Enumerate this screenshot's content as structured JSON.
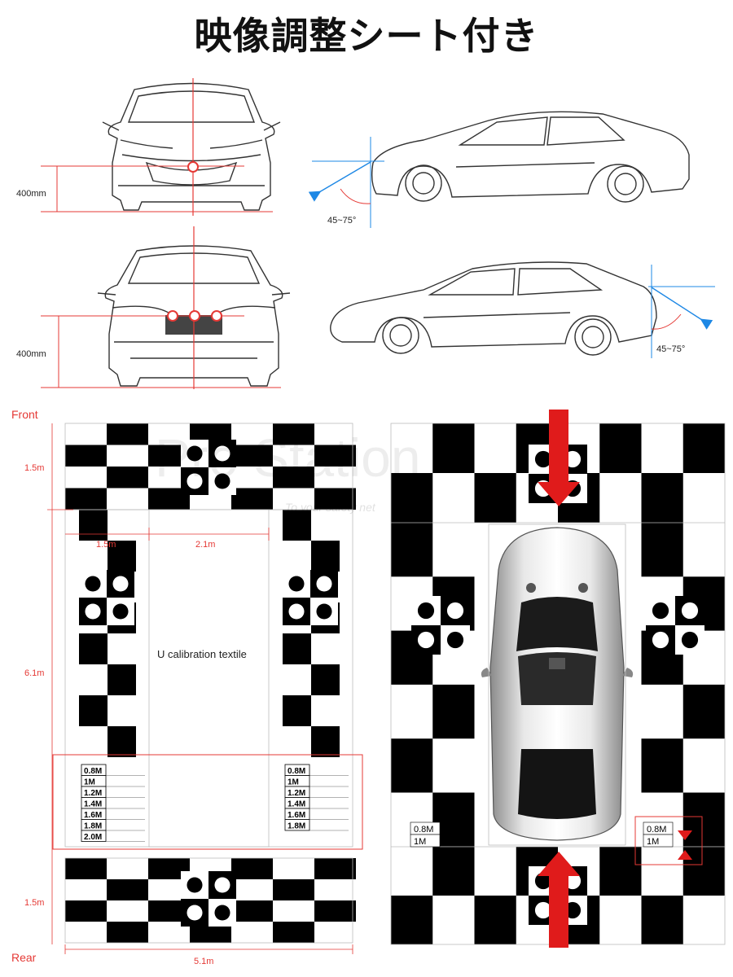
{
  "title": "映像調整シート付き",
  "diagrams": {
    "height_front": "400mm",
    "height_rear": "400mm",
    "angle_front": "45~75°",
    "angle_rear": "45~75°"
  },
  "sheet_left": {
    "front_label": "Front",
    "rear_label": "Rear",
    "front_band_height": "1.5m",
    "middle_height": "6.1m",
    "rear_band_height": "1.5m",
    "side_width": "1.5m",
    "inner_width": "2.1m",
    "total_width": "5.1m",
    "center_label": "U calibration textile",
    "distance_marks_left": [
      "0.8M",
      "1M",
      "1.2M",
      "1.4M",
      "1.6M",
      "1.8M",
      "2.0M"
    ],
    "distance_marks_right": [
      "0.8M",
      "1M",
      "1.2M",
      "1.4M",
      "1.6M",
      "1.8M"
    ]
  },
  "sheet_right": {
    "distance_marks_left": [
      "0.8M",
      "1M"
    ],
    "distance_marks_right": [
      "0.8M",
      "1M"
    ]
  },
  "watermark": {
    "brand": "Pro Station",
    "tagline": "To your safety net"
  },
  "colors": {
    "accent_red": "#e01b1b",
    "guide_blue": "#1e88e5",
    "check_black": "#000000"
  }
}
